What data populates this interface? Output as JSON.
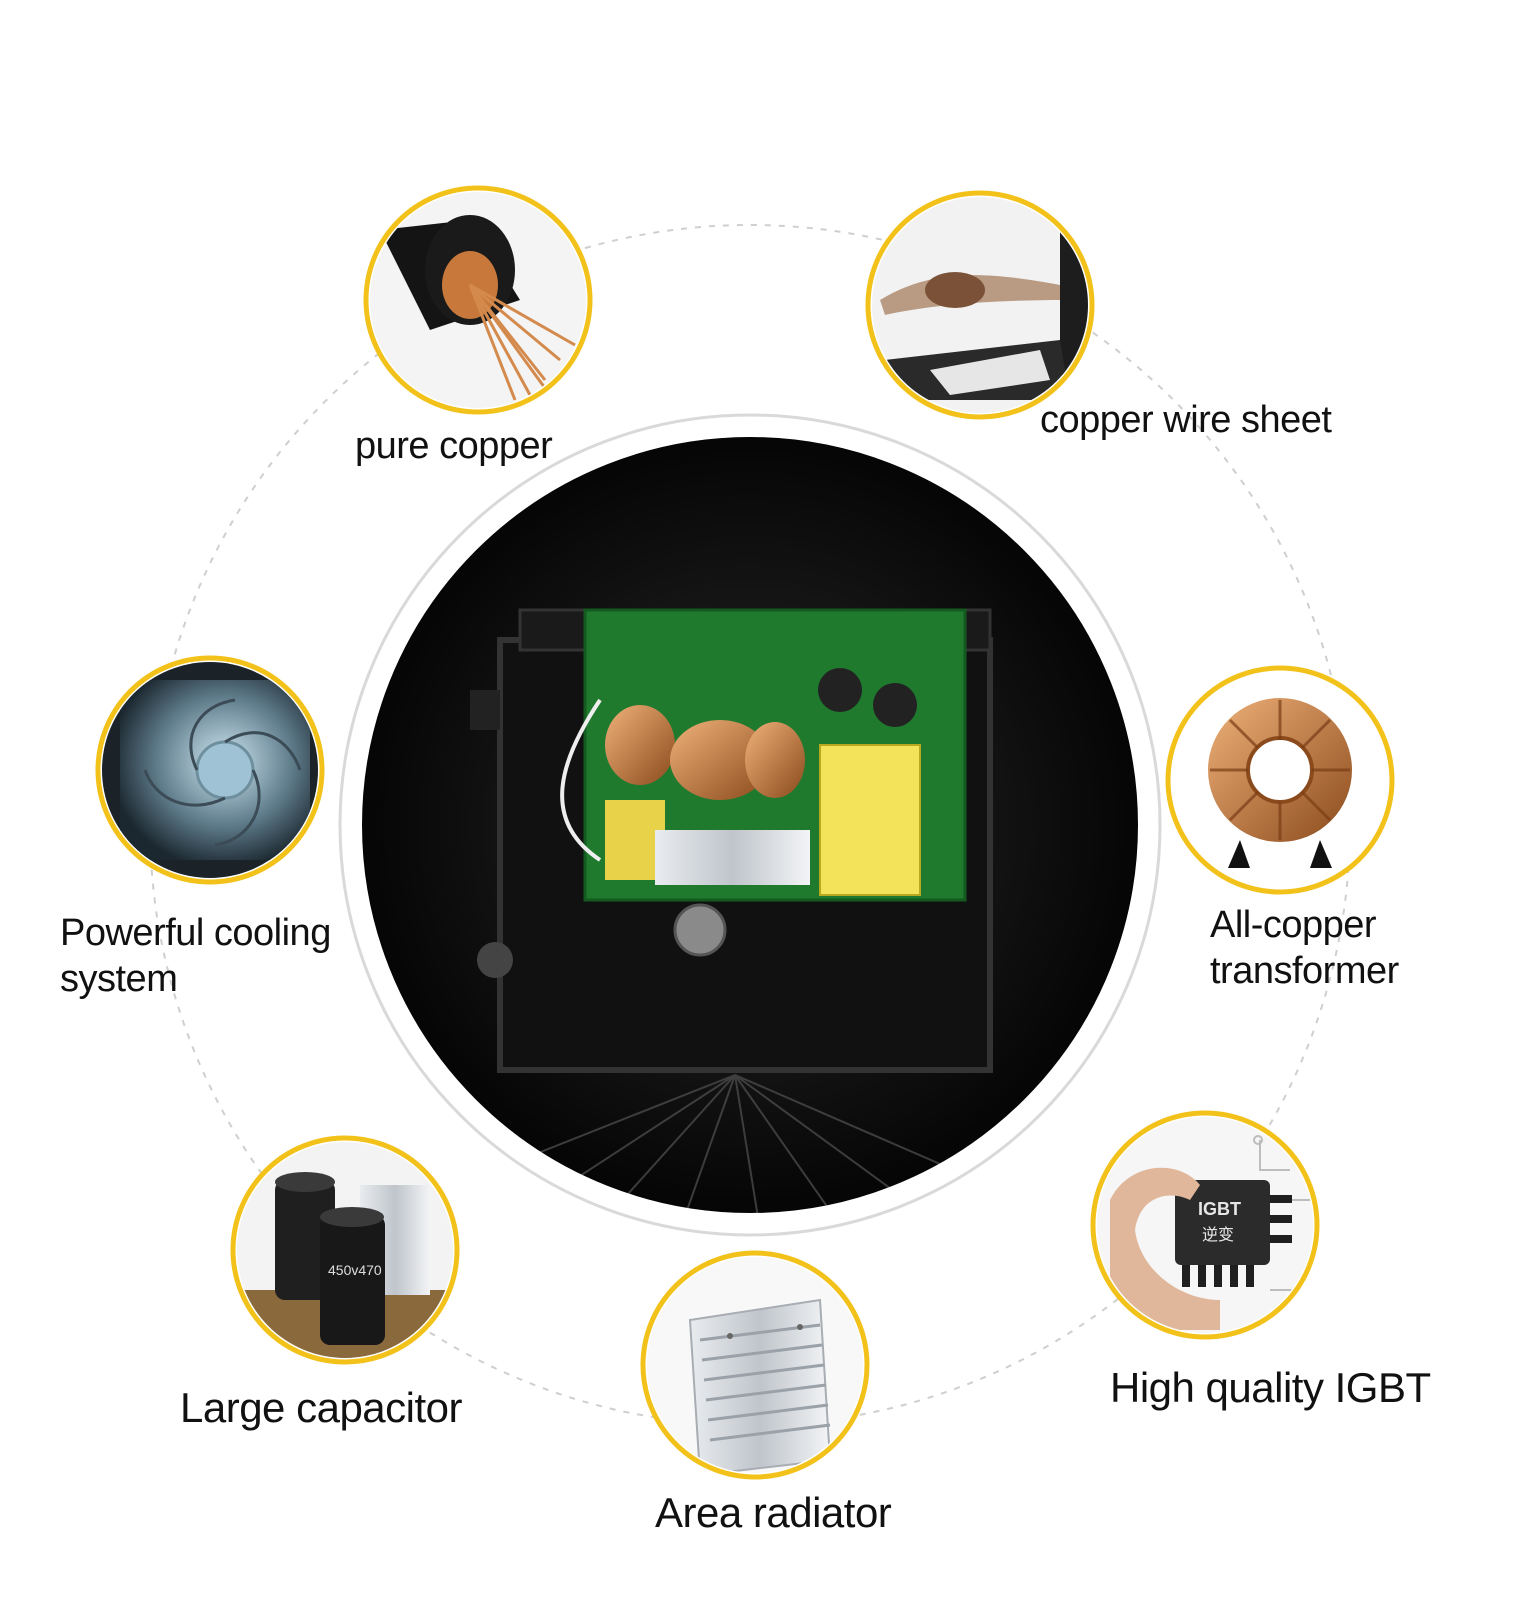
{
  "features": {
    "pure_copper": "pure copper",
    "copper_wire_sheet": "copper wire sheet",
    "cooling": "Powerful cooling system",
    "transformer": "All-copper transformer",
    "capacitor": "Large capacitor",
    "igbt": "High quality IGBT",
    "radiator": "Area radiator"
  },
  "chip_text": {
    "line1": "IGBT",
    "line2": "逆变"
  },
  "capacitor_text": "450v470",
  "colors": {
    "accent_ring": "#f2c21b",
    "center_bg": "#0d0d0d",
    "pcb": "#1f7a2e",
    "copper": "#c8783a"
  }
}
